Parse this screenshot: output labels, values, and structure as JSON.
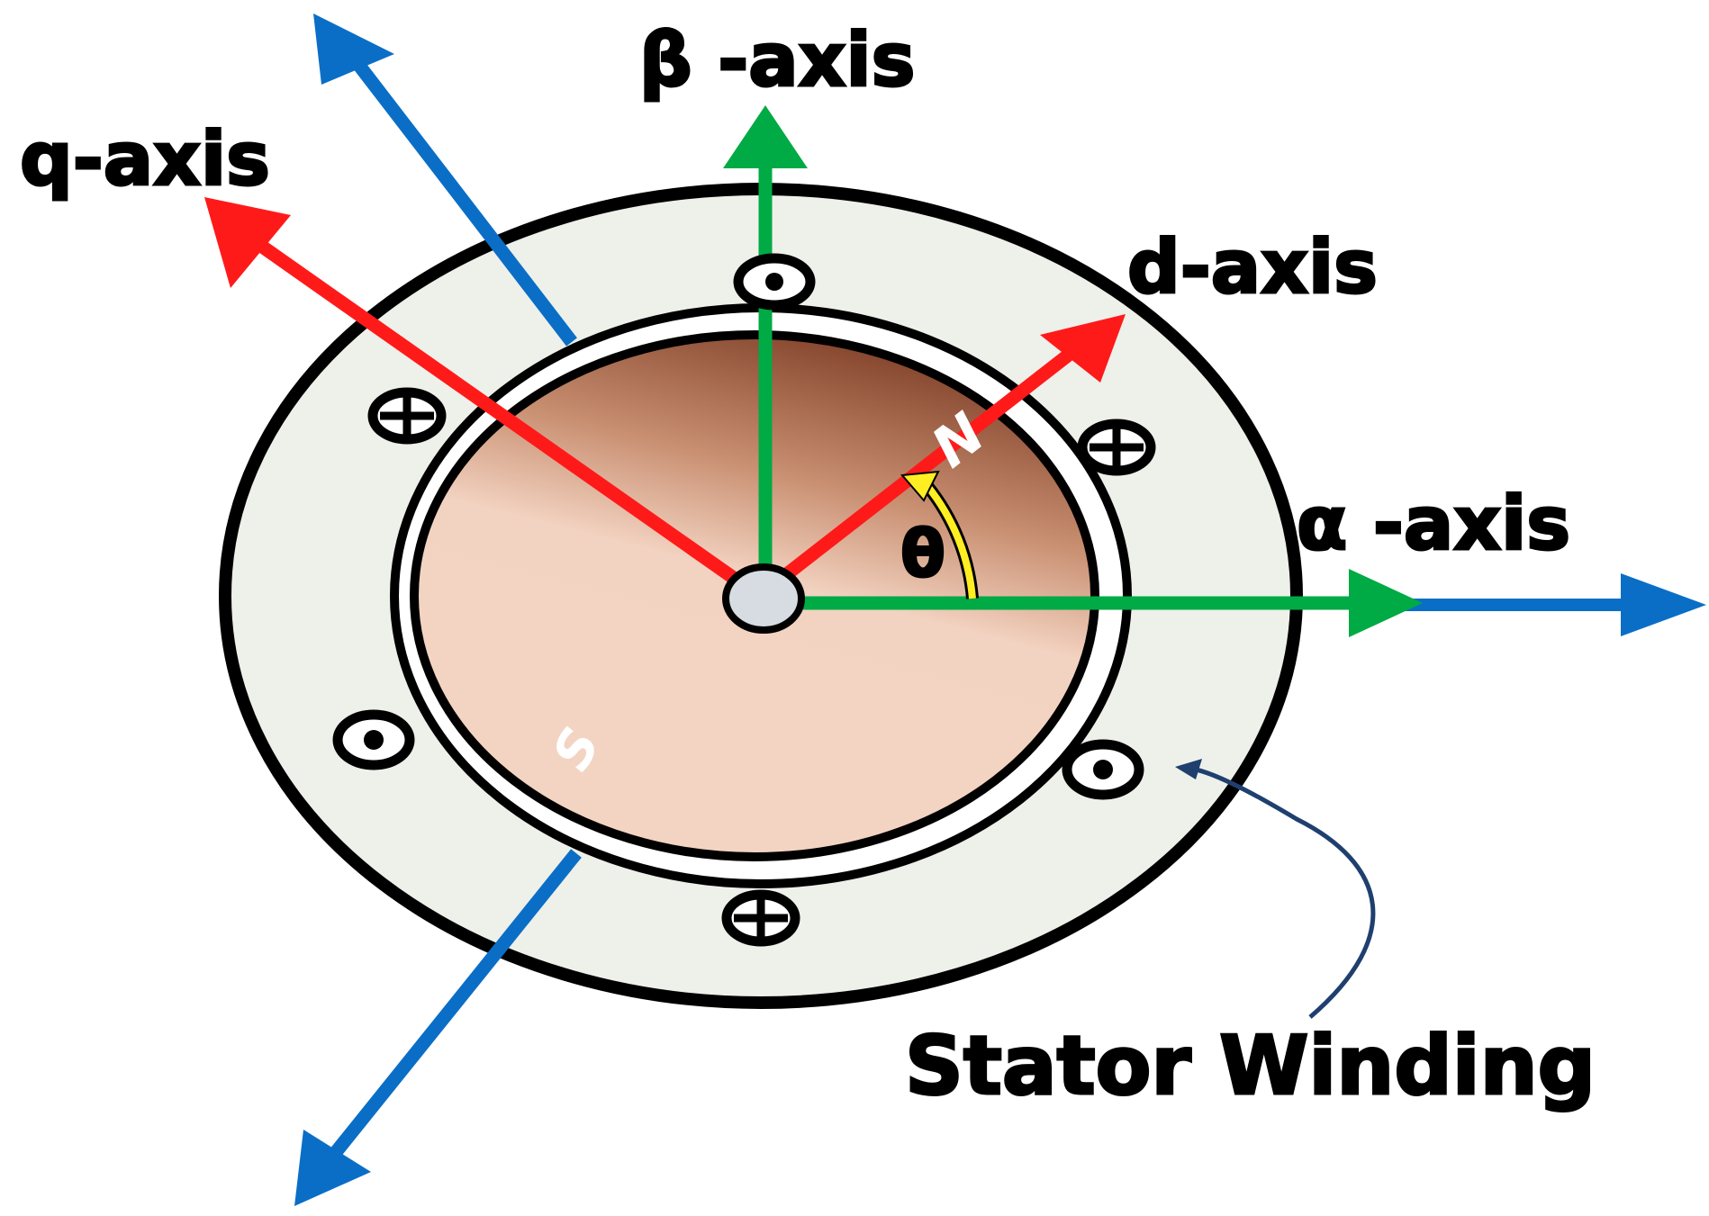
{
  "labels": {
    "beta_axis": "β -axis",
    "q_axis": "q-axis",
    "d_axis": "d-axis",
    "alpha_axis": "α -axis",
    "theta": "θ",
    "north": "N",
    "south": "S",
    "stator_winding": "Stator Winding"
  },
  "colors": {
    "dq_frame": "#ff1a1a",
    "alpha_beta_frame": "#00aa44",
    "rotating_frame_blue": "#0a6ec6",
    "angle_arc": "#ffee22",
    "stator_fill": "#eef0ea",
    "rotor_dark": "#7a3a22",
    "rotor_light": "#f2d2c0",
    "pointer_arrow": "#1f3f6e"
  },
  "icons": {
    "winding_dot": "conductor-out-of-page-icon",
    "winding_cross": "conductor-into-page-icon"
  }
}
